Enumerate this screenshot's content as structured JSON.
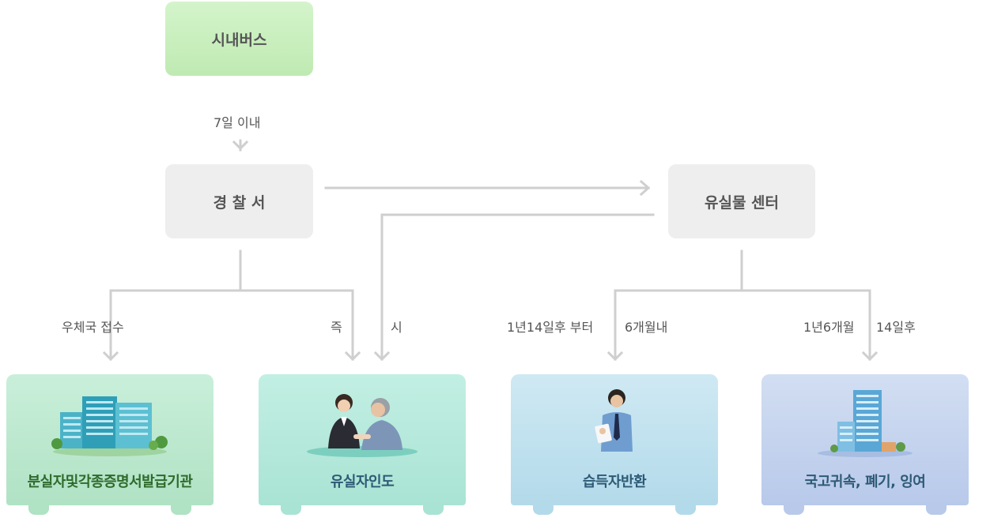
{
  "nodes": {
    "bus": "시내버스",
    "police": "경 찰 서",
    "center": "유실물 센터"
  },
  "edges": {
    "bus_to_police": "7일  이내",
    "post": "우체국  접수",
    "immediate_left": "즉",
    "immediate_right": "시",
    "finder_left": "1년14일후 부터",
    "finder_right": "6개월내",
    "national_left": "1년6개월",
    "national_right": "14일후"
  },
  "outcomes": [
    {
      "label": "분실자및각종증명서발급기관",
      "icon": "office-buildings-icon"
    },
    {
      "label": "유실자인도",
      "icon": "handover-people-icon"
    },
    {
      "label": "습득자반환",
      "icon": "businessman-icon"
    },
    {
      "label": "국고귀속, 폐기, 잉여",
      "icon": "tower-building-icon"
    }
  ],
  "colors": {
    "line": "#cfcfcf",
    "grey_box": "#eeeeee",
    "green_box": "#c9eebd",
    "label_text": "#555555"
  }
}
